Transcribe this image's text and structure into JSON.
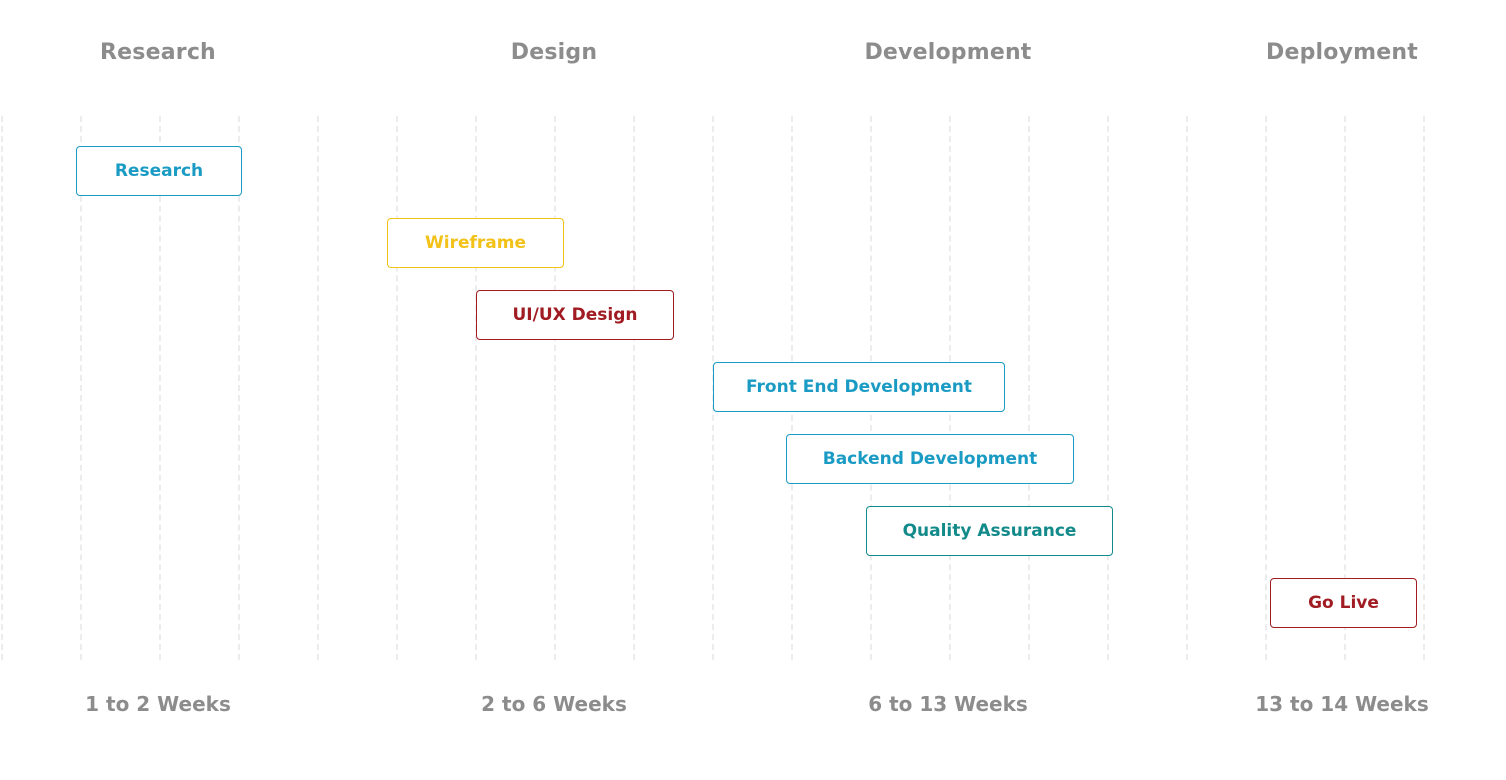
{
  "phases": [
    {
      "title": "Research",
      "duration": "1 to 2 Weeks"
    },
    {
      "title": "Design",
      "duration": "2 to 6 Weeks"
    },
    {
      "title": "Development",
      "duration": "6 to 13 Weeks"
    },
    {
      "title": "Deployment",
      "duration": "13 to 14 Weeks"
    }
  ],
  "tasks": [
    {
      "label": "Research",
      "color": "#1a9bc4"
    },
    {
      "label": "Wireframe",
      "color": "#f2c218"
    },
    {
      "label": "UI/UX Design",
      "color": "#a11c22"
    },
    {
      "label": "Front End Development",
      "color": "#1a9bc4"
    },
    {
      "label": "Backend Development",
      "color": "#1a9bc4"
    },
    {
      "label": "Quality Assurance",
      "color": "#138a8a"
    },
    {
      "label": "Go Live",
      "color": "#a11c22"
    }
  ],
  "colors": {
    "heading": "#8c8c8c",
    "grid": "#ececec",
    "background": "#ffffff"
  }
}
